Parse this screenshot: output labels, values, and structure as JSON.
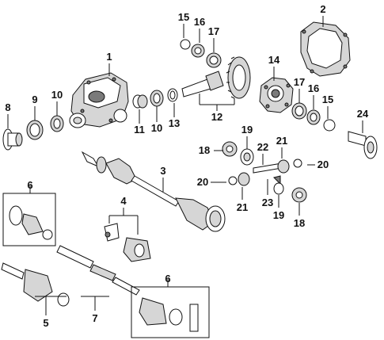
{
  "callouts": [
    {
      "id": "c1",
      "text": "1"
    },
    {
      "id": "c2",
      "text": "2"
    },
    {
      "id": "c3",
      "text": "3"
    },
    {
      "id": "c4",
      "text": "4"
    },
    {
      "id": "c5",
      "text": "5"
    },
    {
      "id": "c6a",
      "text": "6"
    },
    {
      "id": "c6b",
      "text": "6"
    },
    {
      "id": "c7",
      "text": "7"
    },
    {
      "id": "c8",
      "text": "8"
    },
    {
      "id": "c9",
      "text": "9"
    },
    {
      "id": "c10a",
      "text": "10"
    },
    {
      "id": "c10b",
      "text": "10"
    },
    {
      "id": "c11",
      "text": "11"
    },
    {
      "id": "c12",
      "text": "12"
    },
    {
      "id": "c13",
      "text": "13"
    },
    {
      "id": "c14",
      "text": "14"
    },
    {
      "id": "c15a",
      "text": "15"
    },
    {
      "id": "c15b",
      "text": "15"
    },
    {
      "id": "c16a",
      "text": "16"
    },
    {
      "id": "c16b",
      "text": "16"
    },
    {
      "id": "c17a",
      "text": "17"
    },
    {
      "id": "c17b",
      "text": "17"
    },
    {
      "id": "c18a",
      "text": "18"
    },
    {
      "id": "c18b",
      "text": "18"
    },
    {
      "id": "c19a",
      "text": "19"
    },
    {
      "id": "c19b",
      "text": "19"
    },
    {
      "id": "c20a",
      "text": "20"
    },
    {
      "id": "c20b",
      "text": "20"
    },
    {
      "id": "c21a",
      "text": "21"
    },
    {
      "id": "c21b",
      "text": "21"
    },
    {
      "id": "c22",
      "text": "22"
    },
    {
      "id": "c23",
      "text": "23"
    },
    {
      "id": "c24",
      "text": "24"
    }
  ]
}
